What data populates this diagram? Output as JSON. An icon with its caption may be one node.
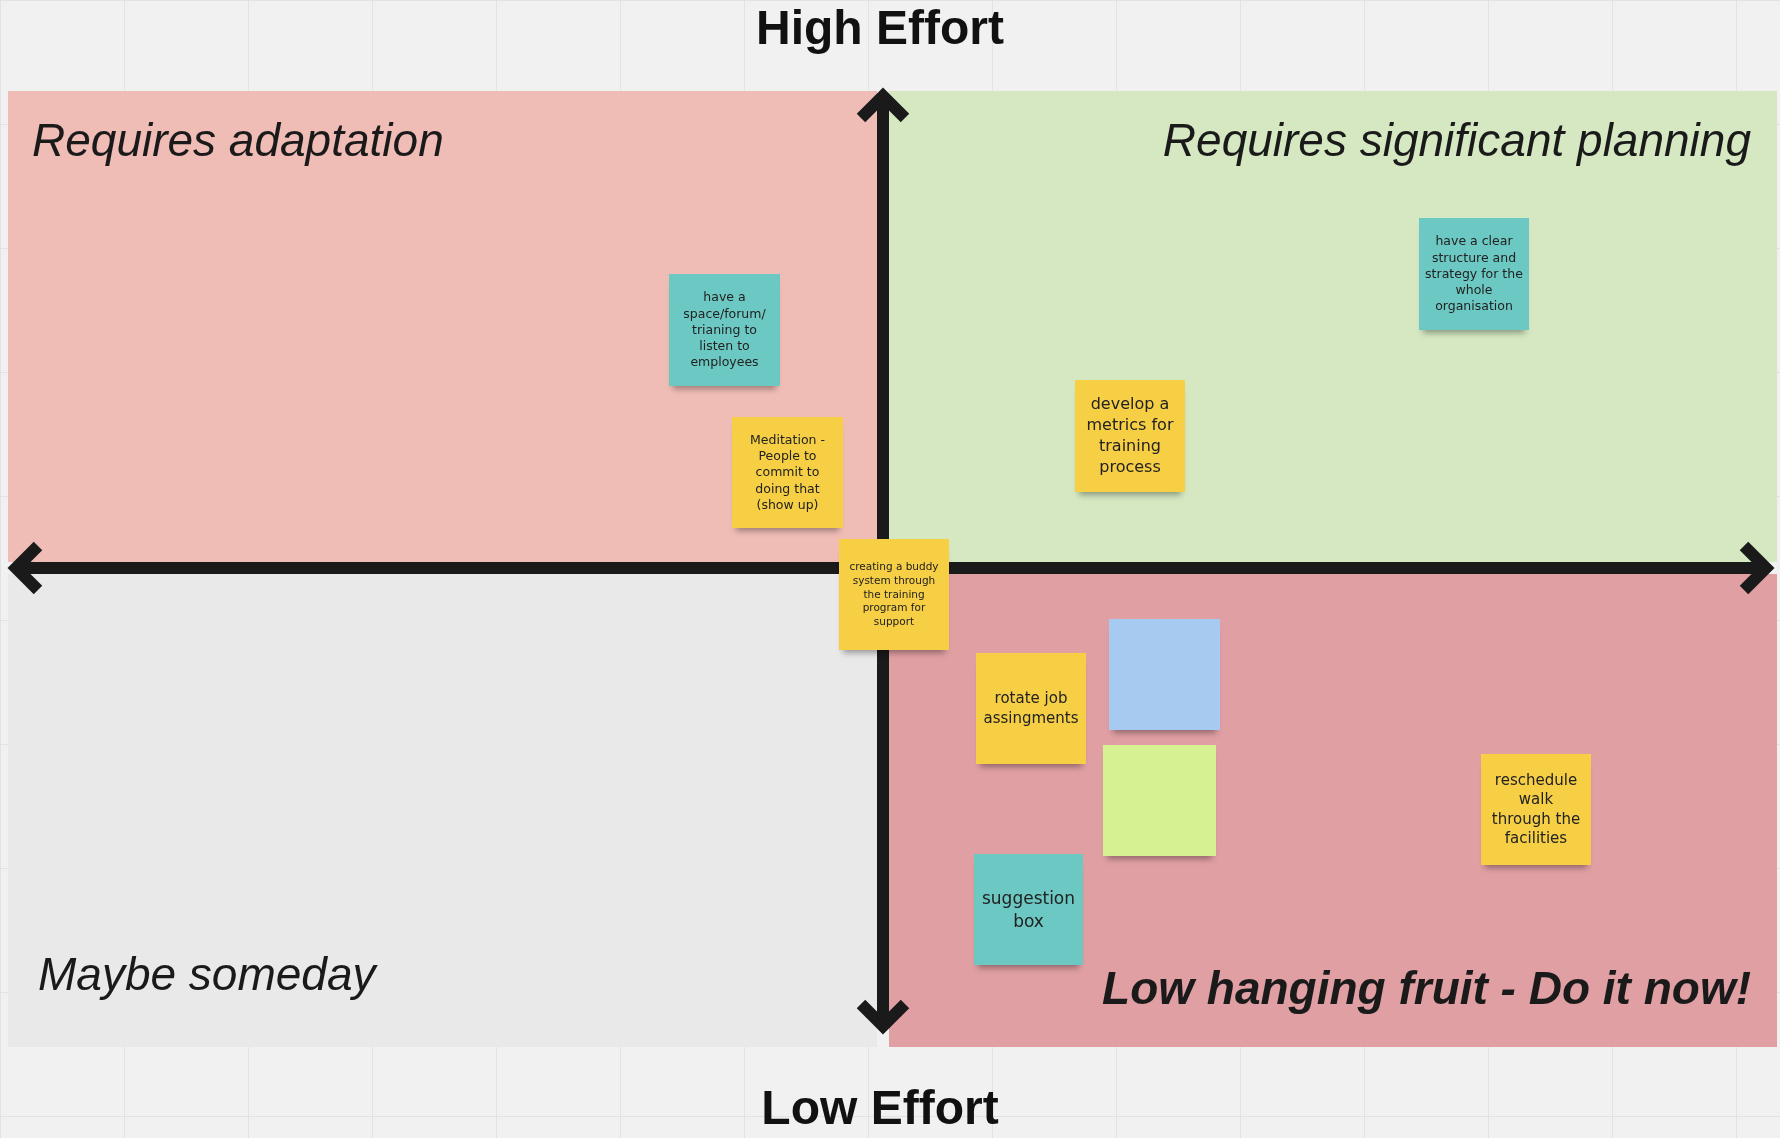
{
  "diagram": {
    "nodes": [
      {
        "text": [
          "Requires adaptation"
        ]
      },
      {
        "text": [
          "have a space/forum/ trianing to listen to employees"
        ],
        "in": 0
      },
      {
        "text": [
          "Meditation - People to commit to doing that (show up)"
        ],
        "in": 0
      },
      {
        "text": [
          "Requires significant planning"
        ]
      },
      {
        "text": [
          "have a clear structure and strategy for the whole organisation"
        ],
        "in": 3
      },
      {
        "text": [
          "develop a metrics for training process"
        ],
        "in": 3
      },
      {
        "text": [
          "creating a buddy system through the training program for support"
        ]
      },
      {
        "text": [
          "Maybe someday"
        ]
      },
      {
        "text": [
          "Low hanging fruit - Do it now!"
        ]
      },
      {
        "text": [
          "rotate job assingments"
        ],
        "in": 8
      },
      {
        "text": [],
        "shape": "box",
        "in": 8
      },
      {
        "text": [],
        "shape": "box",
        "in": 8
      },
      {
        "text": [
          "suggestion box"
        ],
        "in": 8
      },
      {
        "text": [
          "reschedule walk through the facilities"
        ],
        "in": 8
      }
    ],
    "edges": [],
    "labels": [
      "High Effort",
      "Low Effort"
    ]
  }
}
